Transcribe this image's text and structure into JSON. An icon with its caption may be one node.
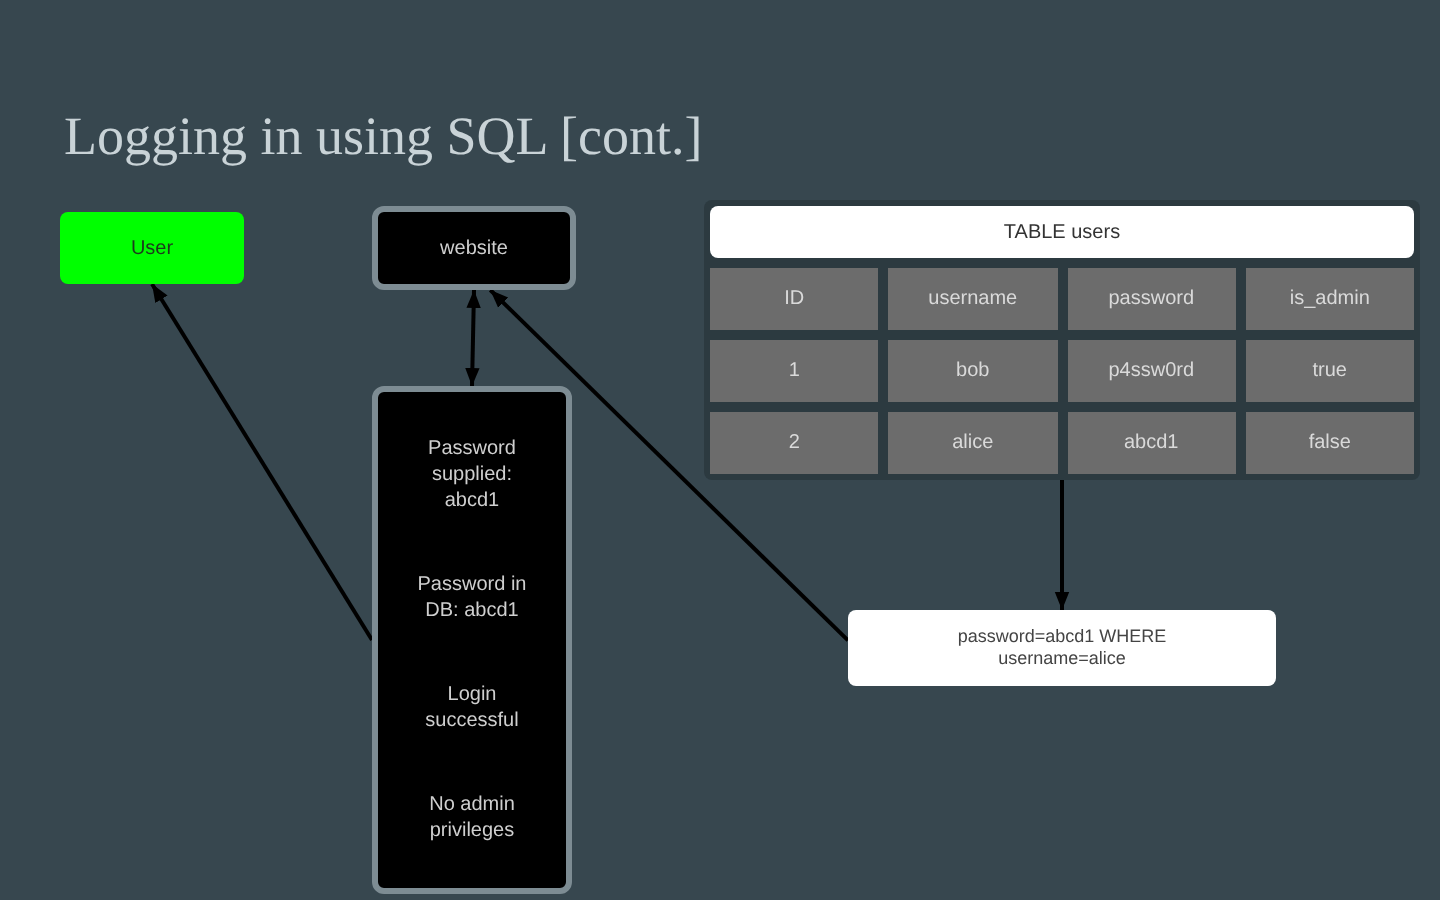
{
  "diagram": {
    "title": "Logging in using SQL [cont.]",
    "nodes": [
      {
        "text": [
          "User"
        ]
      },
      {
        "text": [
          "website"
        ]
      },
      {
        "text": [
          "TABLE users"
        ]
      },
      {
        "text": [
          "Password supplied: abcd1",
          "Password in DB: abcd1",
          "Login successful",
          "No admin privileges"
        ]
      },
      {
        "text": [
          "password=abcd1 WHERE username=alice"
        ]
      }
    ],
    "edges": [
      {
        "from": 3,
        "to": 1,
        "arrow": "both"
      },
      {
        "from": 3,
        "to": 0,
        "arrow": "to"
      },
      {
        "from": 4,
        "to": 1,
        "arrow": "to"
      },
      {
        "from": 2,
        "to": 4,
        "arrow": "to"
      }
    ],
    "labels": [
      "ID",
      "username",
      "password",
      "is_admin",
      "1",
      "bob",
      "p4ssw0rd",
      "true",
      "2",
      "alice",
      "abcd1",
      "false"
    ]
  }
}
